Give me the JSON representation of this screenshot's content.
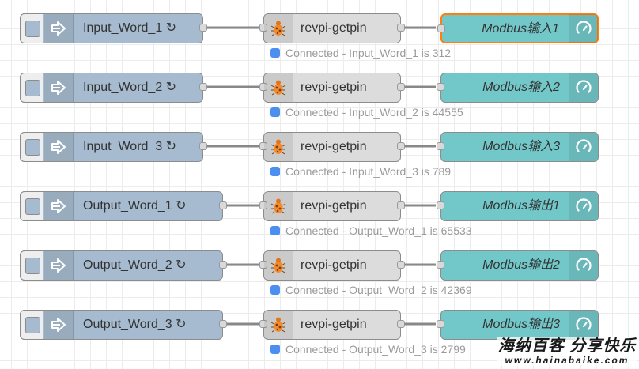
{
  "colors": {
    "inject_node": "#a6bbcf",
    "getpin_node": "#dcdcdc",
    "gauge_node": "#72c7c9",
    "selected_border": "#ff7f0e",
    "status_dot": "#4d8ff0",
    "wire": "#888888"
  },
  "icons": {
    "inject": "arrow-in-icon",
    "getpin": "bug-icon",
    "gauge": "gauge-icon"
  },
  "flows": [
    {
      "inject_label": "Input_Word_1 ↻",
      "getpin_label": "revpi-getpin",
      "gauge_label": "Modbus输入1",
      "status": "Connected - Input_Word_1 is 312",
      "selected": true
    },
    {
      "inject_label": "Input_Word_2 ↻",
      "getpin_label": "revpi-getpin",
      "gauge_label": "Modbus输入2",
      "status": "Connected - Input_Word_2 is 44555",
      "selected": false
    },
    {
      "inject_label": "Input_Word_3 ↻",
      "getpin_label": "revpi-getpin",
      "gauge_label": "Modbus输入3",
      "status": "Connected - Input_Word_3 is 789",
      "selected": false
    },
    {
      "inject_label": "Output_Word_1 ↻",
      "getpin_label": "revpi-getpin",
      "gauge_label": "Modbus输出1",
      "status": "Connected - Output_Word_1 is 65533",
      "selected": false
    },
    {
      "inject_label": "Output_Word_2 ↻",
      "getpin_label": "revpi-getpin",
      "gauge_label": "Modbus输出2",
      "status": "Connected - Output_Word_2 is 42369",
      "selected": false
    },
    {
      "inject_label": "Output_Word_3 ↻",
      "getpin_label": "revpi-getpin",
      "gauge_label": "Modbus输出3",
      "status": "Connected - Output_Word_3 is 2799",
      "selected": false
    }
  ],
  "watermark": {
    "main": "海纳百客 分享快乐",
    "url": "www.hainabaike.com"
  }
}
